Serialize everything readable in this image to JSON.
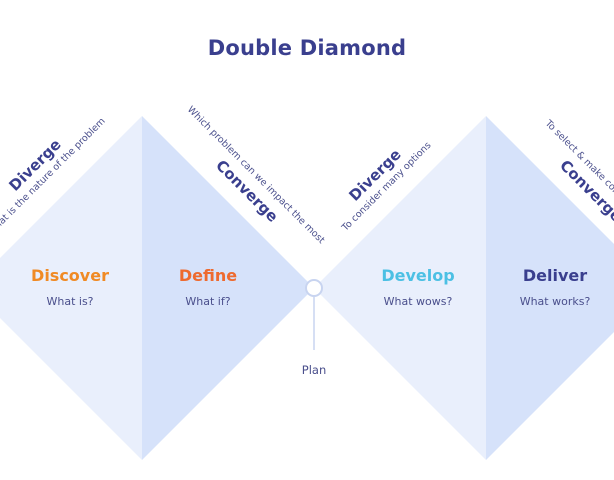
{
  "title": "Double Diamond",
  "colors": {
    "title": "#3a3f8e",
    "light_blue": "#e9effc",
    "mid_blue": "#d6e2fa",
    "discover": "#f08a24",
    "define": "#ee6a2f",
    "develop": "#4cc0e4",
    "deliver": "#3a3f8e",
    "text": "#4a4f8c"
  },
  "phases": [
    {
      "name": "Discover",
      "question": "What is?"
    },
    {
      "name": "Define",
      "question": "What if?"
    },
    {
      "name": "Develop",
      "question": "What wows?"
    },
    {
      "name": "Deliver",
      "question": "What works?"
    }
  ],
  "edges": [
    {
      "heading": "Diverge",
      "sub": "What is the nature of the problem"
    },
    {
      "heading": "Converge",
      "sub": "Which problem can we impact the most"
    },
    {
      "heading": "Diverge",
      "sub": "To consider many options"
    },
    {
      "heading": "Converge",
      "sub": "To select & make concrete from"
    }
  ],
  "center_label": "Plan"
}
